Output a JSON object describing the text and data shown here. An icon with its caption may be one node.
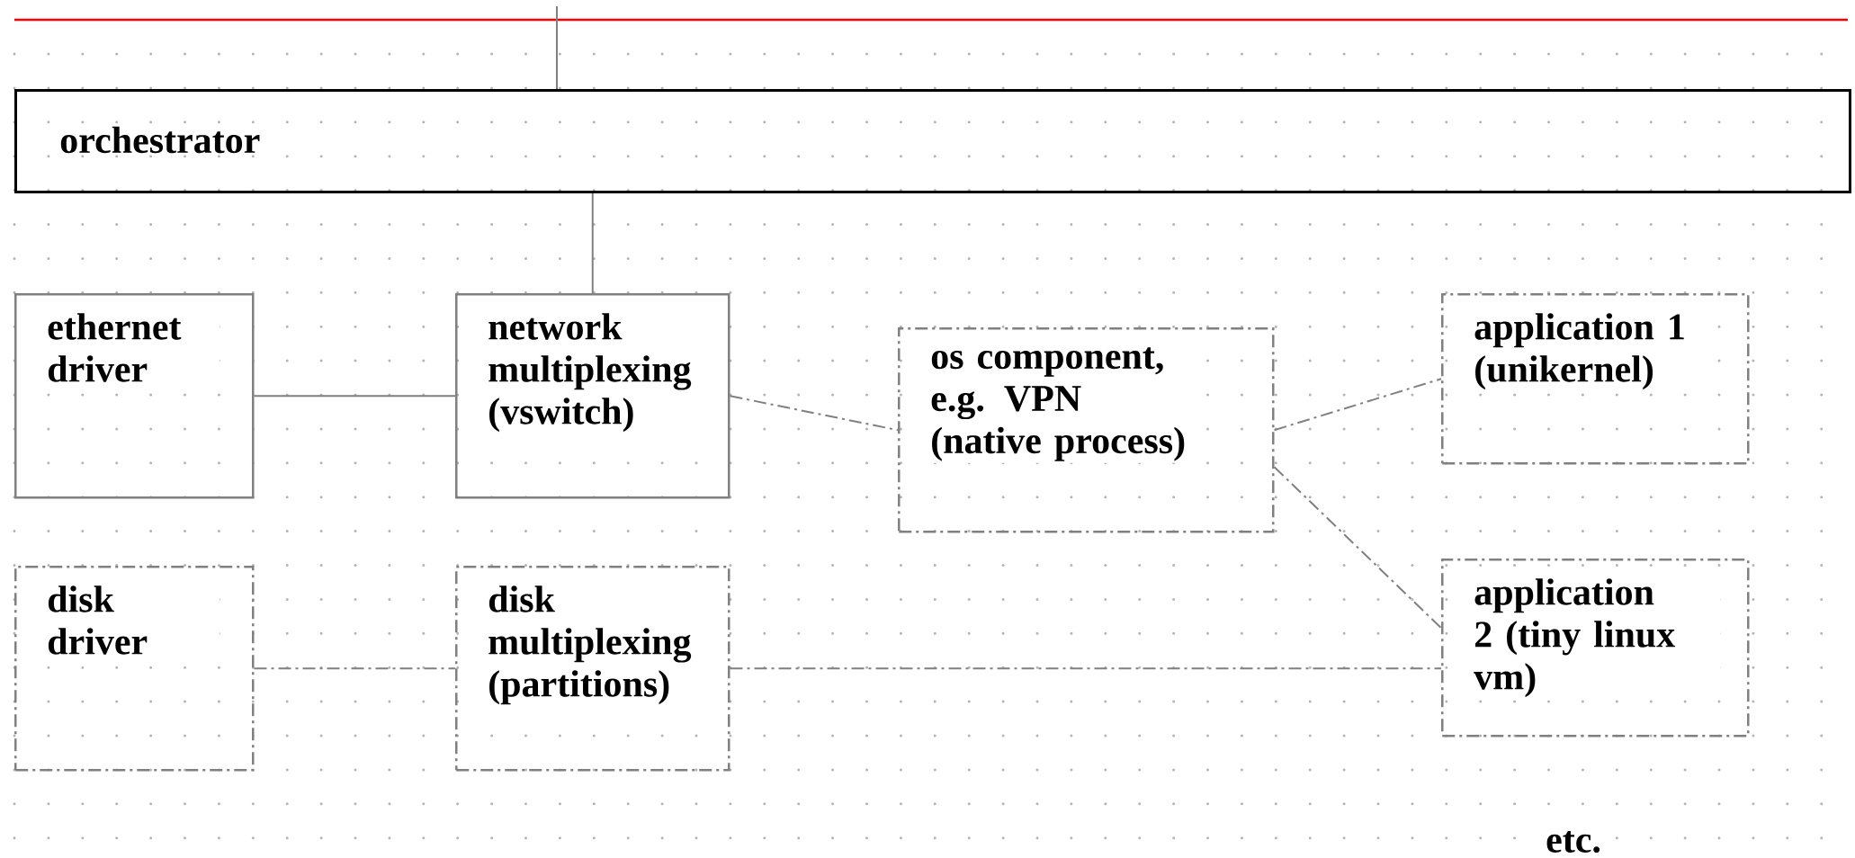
{
  "diagram": {
    "nodes": [
      {
        "text": [
          "orchestrator"
        ]
      },
      {
        "text": [
          "ethernet driver"
        ]
      },
      {
        "text": [
          "network multiplexing (vswitch)"
        ]
      },
      {
        "text": [
          "os component, e.g. VPN (native process)"
        ]
      },
      {
        "text": [
          "application 1 (unikernel)"
        ]
      },
      {
        "text": [
          "disk driver"
        ]
      },
      {
        "text": [
          "disk multiplexing (partitions)"
        ]
      },
      {
        "text": [
          "application 2 (tiny linux vm)"
        ]
      }
    ],
    "edges": [
      {
        "from": null,
        "to": 0,
        "arrow": "none"
      },
      {
        "from": 0,
        "to": 2,
        "arrow": "none"
      },
      {
        "from": 1,
        "to": 2,
        "arrow": "none"
      },
      {
        "from": 2,
        "to": 3,
        "arrow": "none",
        "style": "dashed"
      },
      {
        "from": 3,
        "to": 4,
        "arrow": "none",
        "style": "dashed"
      },
      {
        "from": 3,
        "to": 7,
        "arrow": "none",
        "style": "dashed"
      },
      {
        "from": 5,
        "to": 6,
        "arrow": "none",
        "style": "dashed"
      },
      {
        "from": 6,
        "to": 7,
        "arrow": "none",
        "style": "dashed"
      }
    ],
    "labels": [
      "etc."
    ]
  }
}
